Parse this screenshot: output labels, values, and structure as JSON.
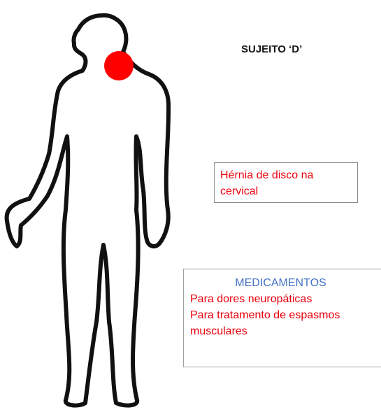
{
  "title": "SUJEITO ‘D’",
  "diagnosis": {
    "text": "Hérnia de disco na cervical"
  },
  "medications": {
    "heading": "MEDICAMENTOS",
    "items": [
      "Para dores neuropáticas",
      "Para tratamento de espasmos musculares"
    ]
  },
  "colors": {
    "marker": "#ff0000",
    "diagnosis_text": "#e8000b",
    "heading_text": "#4472c4",
    "outline": "#111111"
  },
  "icons": {
    "figure": "human-body-outline",
    "marker": "pain-location-circle"
  }
}
